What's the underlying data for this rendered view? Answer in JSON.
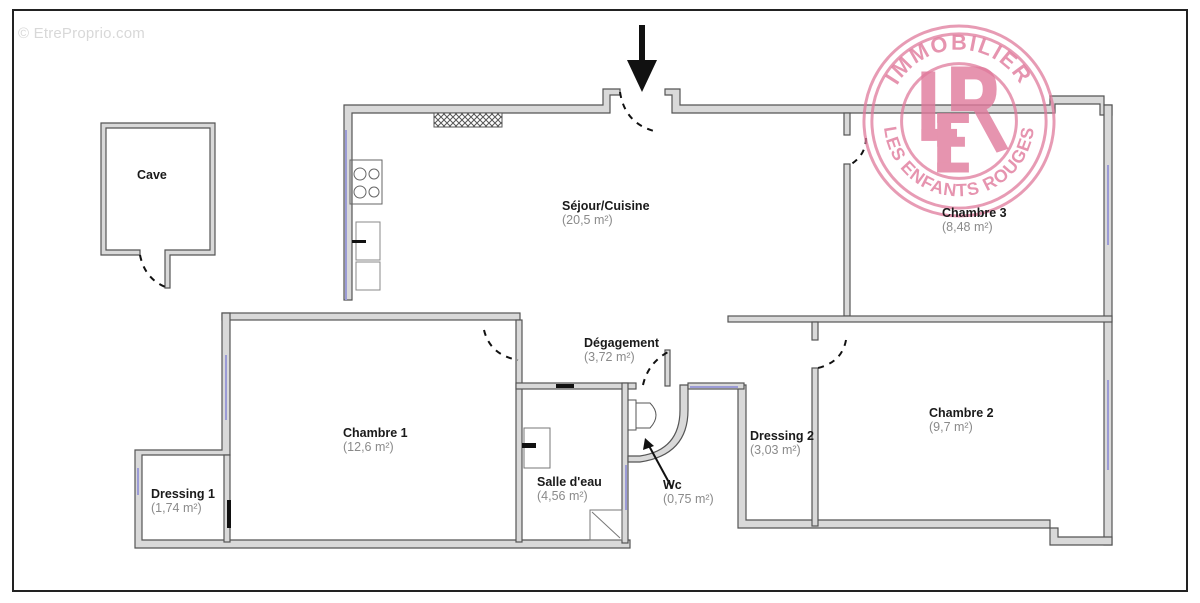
{
  "watermark": "© EtreProprio.com",
  "stamp": {
    "top_text": "IMMOBILIER",
    "bottom_text": "LES ENFANTS ROUGES",
    "monogram": "LER",
    "color": "#e07a9c"
  },
  "colors": {
    "wall_fill": "#d9d9d9",
    "wall_stroke": "#555555",
    "window": "#9b9bd6",
    "label": "#1a1a1a",
    "area": "#8a8a8a"
  },
  "entrance": {
    "icon": "arrow-down-icon"
  },
  "rooms": [
    {
      "name": "Cave",
      "area": ""
    },
    {
      "name": "Séjour/Cuisine",
      "area": "(20,5 m²)"
    },
    {
      "name": "Chambre 3",
      "area": "(8,48 m²)"
    },
    {
      "name": "Dégagement",
      "area": "(3,72 m²)"
    },
    {
      "name": "Chambre 1",
      "area": "(12,6 m²)"
    },
    {
      "name": "Salle d'eau",
      "area": "(4,56 m²)"
    },
    {
      "name": "Wc",
      "area": "(0,75 m²)"
    },
    {
      "name": "Dressing 2",
      "area": "(3,03 m²)"
    },
    {
      "name": "Chambre 2",
      "area": "(9,7 m²)"
    },
    {
      "name": "Dressing 1",
      "area": "(1,74 m²)"
    }
  ]
}
